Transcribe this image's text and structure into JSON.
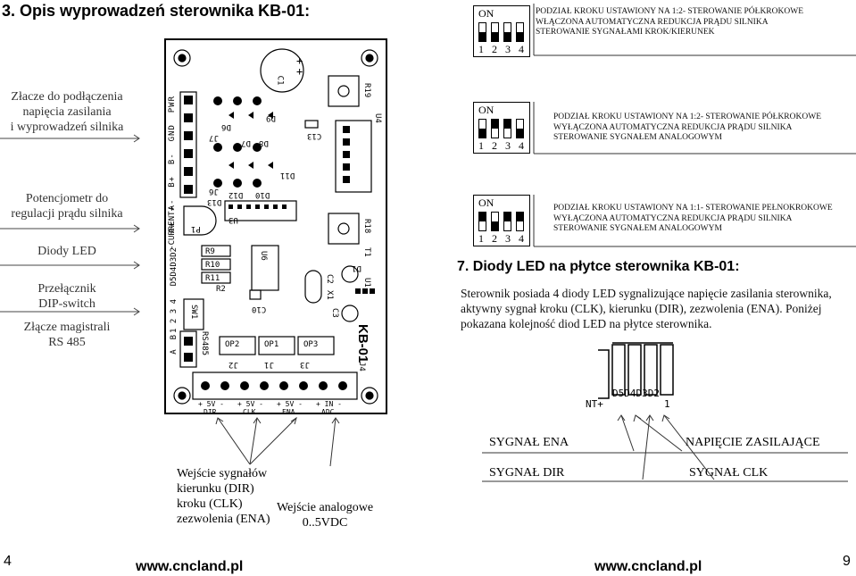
{
  "title": "3. Opis wyprowadzeń sterownika KB-01:",
  "left_labels": {
    "power": [
      "Złacze do podłączenia",
      "napięcia zasilania",
      "i wyprowadzeń silnika"
    ],
    "pot": [
      "Potencjometr do",
      "regulacji prądu silnika"
    ],
    "leds": [
      "Diody LED"
    ],
    "dip": [
      "Przełącznik",
      "DIP-switch"
    ],
    "rs485": [
      "Złącze magistrali",
      "RS 485"
    ]
  },
  "pcb": {
    "labels": {
      "terminals": [
        "A+",
        "A-",
        "B+",
        "B-",
        "GND",
        "PWR"
      ],
      "current": "-CURRENT+",
      "c1": "C1",
      "c13": "C13",
      "r19": "R19",
      "u4": "U4",
      "r18": "R18",
      "t1": "T1",
      "d5": "D5",
      "d6": "D6",
      "d7": "D7",
      "d8": "D8",
      "d9": "D9",
      "d10": "D10",
      "d11": "D11",
      "d12": "D12",
      "d13": "D13",
      "j7": "J7",
      "j6": "J6",
      "p1": "P1",
      "u3": "U3",
      "u6": "U6",
      "r9": "R9",
      "r10": "R10",
      "r11": "R11",
      "r2": "R2",
      "d5_4_3_2": "D5D4D3D2",
      "d1": "D1",
      "c2": "C2",
      "x1": "X1",
      "c3": "C3",
      "u1": "U1",
      "sw1": "SW1",
      "c10": "C10",
      "dip_nums": "1 2 3 4",
      "ab": [
        "A",
        "B"
      ],
      "rs485": "RS485",
      "op2": "OP2",
      "op1": "OP1",
      "op3": "OP3",
      "j2": "J2",
      "j1": "J1",
      "j3": "J3",
      "j4": "J4",
      "kb01": "KB-01",
      "bottom_pins": [
        "+ 5V -",
        "+ 5V -",
        "+ 5V -",
        "+ IN -"
      ],
      "bottom_names": [
        "DIR",
        "CLK",
        "ENA",
        "ADC"
      ],
      "plus": "+"
    }
  },
  "dip_configs": [
    {
      "on_label": "ON",
      "nums": "1 2 3 4",
      "knobs": [
        "down",
        "down",
        "down",
        "down"
      ],
      "desc": [
        "PODZIAŁ KROKU USTAWIONY NA 1:2- STEROWANIE PÓŁKROKOWE",
        "WŁĄCZONA AUTOMATYCZNA REDUKCJA PRĄDU SILNIKA",
        "STEROWANIE SYGNAŁAMI KROK/KIERUNEK"
      ]
    },
    {
      "on_label": "ON",
      "nums": "1 2 3 4",
      "knobs": [
        "down",
        "up",
        "up",
        "down"
      ],
      "desc": [
        "PODZIAŁ KROKU USTAWIONY NA 1:2- STEROWANIE PÓŁKROKOWE",
        "WYŁĄCZONA  AUTOMATYCZNA REDUKCJA PRĄDU SILNIKA",
        "STEROWANIE SYGNAŁEM ANALOGOWYM"
      ]
    },
    {
      "on_label": "ON",
      "nums": "1 2 3 4",
      "knobs": [
        "up",
        "down",
        "up",
        "up"
      ],
      "desc": [
        "PODZIAŁ KROKU USTAWIONY NA 1:1- STEROWANIE PEŁNOKROKOWE",
        "WYŁĄCZONA AUTOMATYCZNA REDUKCJA PRĄDU SILNIKA",
        "STEROWANIE SYGNAŁEM ANALOGOWYM"
      ]
    }
  ],
  "led_section": {
    "heading": "7. Diody LED na płytce sterownika KB-01:",
    "paragraph": "Sterownik posiada 4 diody LED sygnalizujące napięcie zasilania sterownika, aktywny sygnał kroku (CLK), kierunku (DIR), zezwolenia (ENA). Poniżej pokazana kolejność diod LED  na płytce sterownika.",
    "zoom_labels": {
      "d_labels": "D5D4D3D2",
      "nt": "NT+",
      "one": "1"
    },
    "signals": {
      "ena": "SYGNAŁ ENA",
      "power": "NAPIĘCIE ZASILAJĄCE",
      "dir": "SYGNAŁ DIR",
      "clk": "SYGNAŁ CLK"
    }
  },
  "bottom_inputs": {
    "digital": [
      "Wejście sygnałów",
      "kierunku (DIR)",
      "kroku (CLK)",
      "zezwolenia (ENA)"
    ],
    "analog": [
      "Wejście analogowe",
      "0..5VDC"
    ]
  },
  "footer": {
    "page_left": "4",
    "url_left": "www.cncland.pl",
    "url_right": "www.cncland.pl",
    "page_right": "9"
  }
}
